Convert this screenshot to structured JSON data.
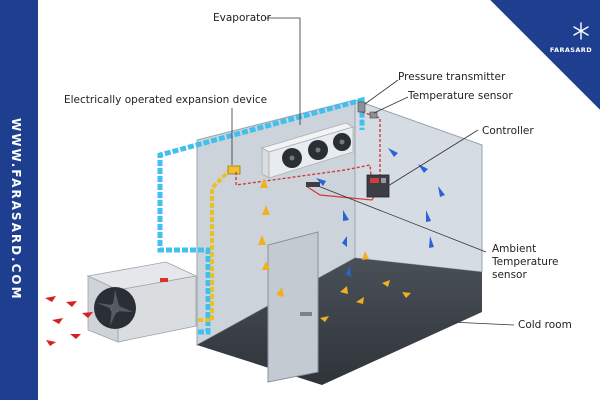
{
  "watermark": {
    "side_text": "WWW.FARASARD.COM",
    "brand_text": "FARASARD",
    "brand_icon": "snowflake-icon"
  },
  "labels": {
    "evaporator": "Evaporator",
    "expansion": "Electrically operated expansion device",
    "pressure": "Pressure transmitter",
    "temperature": "Temperature sensor",
    "controller": "Controller",
    "ambient1": "Ambient",
    "ambient2": "Temperature",
    "ambient3": "sensor",
    "coldroom": "Cold room"
  },
  "colors": {
    "brand": "#1e3f8f",
    "cold_line": "#3fc0ee",
    "warm_line": "#e8c02a",
    "wire": "#d23b3b",
    "arrow_cold": "#2a63d6",
    "arrow_warm": "#f0b020",
    "arrow_hot": "#d82020"
  }
}
